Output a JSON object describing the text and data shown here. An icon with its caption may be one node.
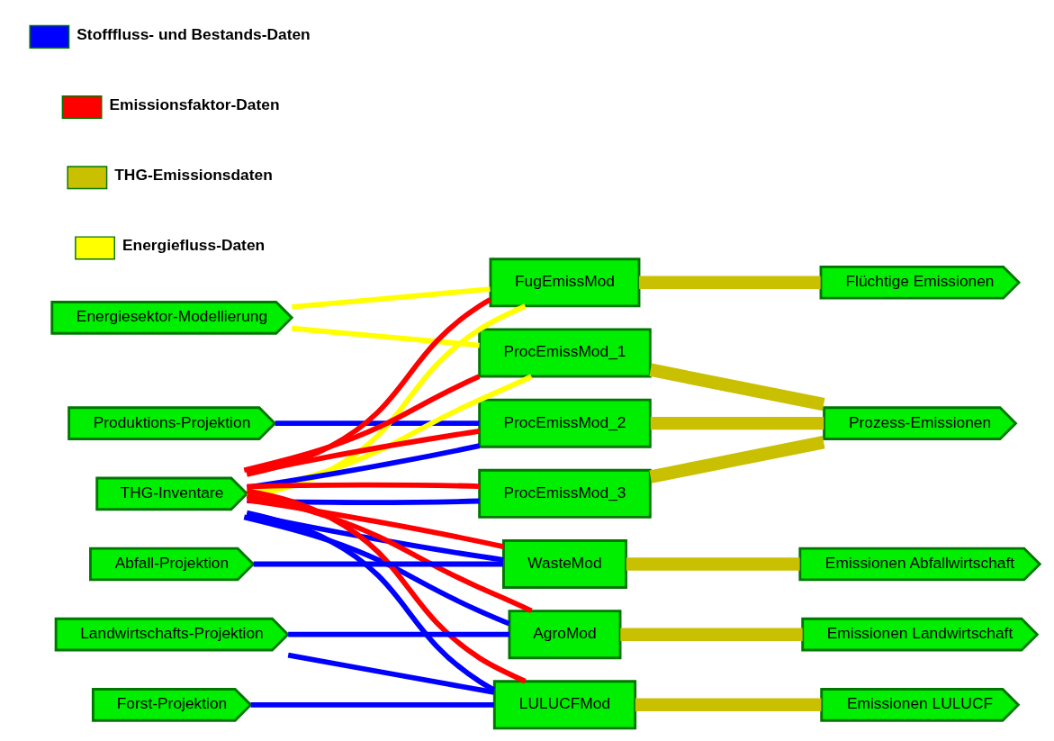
{
  "diagram": {
    "nodes": [
      {
        "text": [
          "Energiesektor-Modellierung"
        ]
      },
      {
        "text": [
          "Produktions-Projektion"
        ]
      },
      {
        "text": [
          "THG-Inventare"
        ]
      },
      {
        "text": [
          "Abfall-Projektion"
        ]
      },
      {
        "text": [
          "Landwirtschafts-Projektion"
        ]
      },
      {
        "text": [
          "Forst-Projektion"
        ]
      },
      {
        "text": [
          "FugEmissMod"
        ]
      },
      {
        "text": [
          "ProcEmissMod_1"
        ]
      },
      {
        "text": [
          "ProcEmissMod_2"
        ]
      },
      {
        "text": [
          "ProcEmissMod_3"
        ]
      },
      {
        "text": [
          "WasteMod"
        ]
      },
      {
        "text": [
          "AgroMod"
        ]
      },
      {
        "text": [
          "LULUCFMod"
        ]
      },
      {
        "text": [
          "Flüchtige Emissionen"
        ]
      },
      {
        "text": [
          "Prozess-Emissionen"
        ]
      },
      {
        "text": [
          "Emissionen Abfallwirtschaft"
        ]
      },
      {
        "text": [
          "Emissionen Landwirtschaft"
        ]
      },
      {
        "text": [
          "Emissionen LULUCF"
        ]
      }
    ],
    "edges": [
      {
        "from": 0,
        "to": 6,
        "arrow": "none",
        "color": "#ffff00"
      },
      {
        "from": 0,
        "to": 7,
        "arrow": "none",
        "color": "#ffff00"
      },
      {
        "from": 1,
        "to": 8,
        "arrow": "none",
        "color": "#0000ff"
      },
      {
        "from": 2,
        "to": 6,
        "arrow": "none",
        "color": "#ffff00"
      },
      {
        "from": 2,
        "to": 6,
        "arrow": "none",
        "color": "#ff0000"
      },
      {
        "from": 2,
        "to": 7,
        "arrow": "none",
        "color": "#ffff00"
      },
      {
        "from": 2,
        "to": 7,
        "arrow": "none",
        "color": "#ff0000"
      },
      {
        "from": 2,
        "to": 8,
        "arrow": "none",
        "color": "#0000ff"
      },
      {
        "from": 2,
        "to": 8,
        "arrow": "none",
        "color": "#ff0000"
      },
      {
        "from": 2,
        "to": 9,
        "arrow": "none",
        "color": "#0000ff"
      },
      {
        "from": 2,
        "to": 9,
        "arrow": "none",
        "color": "#ff0000"
      },
      {
        "from": 2,
        "to": 10,
        "arrow": "none",
        "color": "#0000ff"
      },
      {
        "from": 2,
        "to": 10,
        "arrow": "none",
        "color": "#ff0000"
      },
      {
        "from": 2,
        "to": 11,
        "arrow": "none",
        "color": "#0000ff"
      },
      {
        "from": 2,
        "to": 11,
        "arrow": "none",
        "color": "#ff0000"
      },
      {
        "from": 2,
        "to": 12,
        "arrow": "none",
        "color": "#0000ff"
      },
      {
        "from": 2,
        "to": 12,
        "arrow": "none",
        "color": "#ff0000"
      },
      {
        "from": 3,
        "to": 10,
        "arrow": "none",
        "color": "#0000ff"
      },
      {
        "from": 4,
        "to": 11,
        "arrow": "none",
        "color": "#0000ff"
      },
      {
        "from": 4,
        "to": 12,
        "arrow": "none",
        "color": "#0000ff"
      },
      {
        "from": 5,
        "to": 12,
        "arrow": "none",
        "color": "#0000ff"
      },
      {
        "from": 6,
        "to": 13,
        "arrow": "none",
        "style": "thick",
        "color": "#c8c000"
      },
      {
        "from": 7,
        "to": 14,
        "arrow": "none",
        "style": "thick",
        "color": "#c8c000"
      },
      {
        "from": 8,
        "to": 14,
        "arrow": "none",
        "style": "thick",
        "color": "#c8c000"
      },
      {
        "from": 9,
        "to": 14,
        "arrow": "none",
        "style": "thick",
        "color": "#c8c000"
      },
      {
        "from": 10,
        "to": 15,
        "arrow": "none",
        "style": "thick",
        "color": "#c8c000"
      },
      {
        "from": 11,
        "to": 16,
        "arrow": "none",
        "style": "thick",
        "color": "#c8c000"
      },
      {
        "from": 12,
        "to": 17,
        "arrow": "none",
        "style": "thick",
        "color": "#c8c000"
      }
    ],
    "legend": [
      {
        "text": "Energiefluss-Daten",
        "color": "#ffff00"
      },
      {
        "text": "THG-Emissionsdaten",
        "color": "#c8c000"
      },
      {
        "text": "Emissionsfaktor-Daten",
        "color": "#ff0000"
      },
      {
        "text": "Stofffluss- und Bestands-Daten",
        "color": "#0000ff"
      }
    ]
  }
}
